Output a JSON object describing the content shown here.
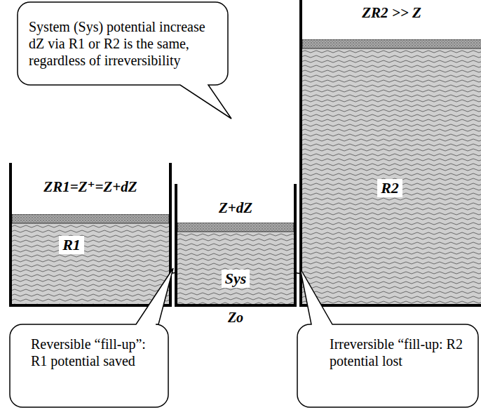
{
  "diagram": {
    "nodes": [
      {
        "text": [
          "System (Sys) potential increase dZ via R1 or R2 is the same, regardless of irreversibility"
        ]
      },
      {
        "text": [
          "ZR1=Z⁺=Z+dZ",
          "R1"
        ]
      },
      {
        "text": [
          "Z+dZ",
          "Sys"
        ]
      },
      {
        "text": [
          "ZR2 >> Z",
          "R2"
        ]
      },
      {
        "text": [
          "Reversible “fill-up”: R1 potential saved"
        ]
      },
      {
        "text": [
          "Irreversible “fill-up: R2 potential lost"
        ]
      }
    ],
    "edges": [
      {
        "from": 1,
        "to": 2,
        "arrow": "both"
      },
      {
        "from": 3,
        "to": 2,
        "arrow": "both"
      }
    ],
    "labels": [
      "Zo"
    ]
  }
}
